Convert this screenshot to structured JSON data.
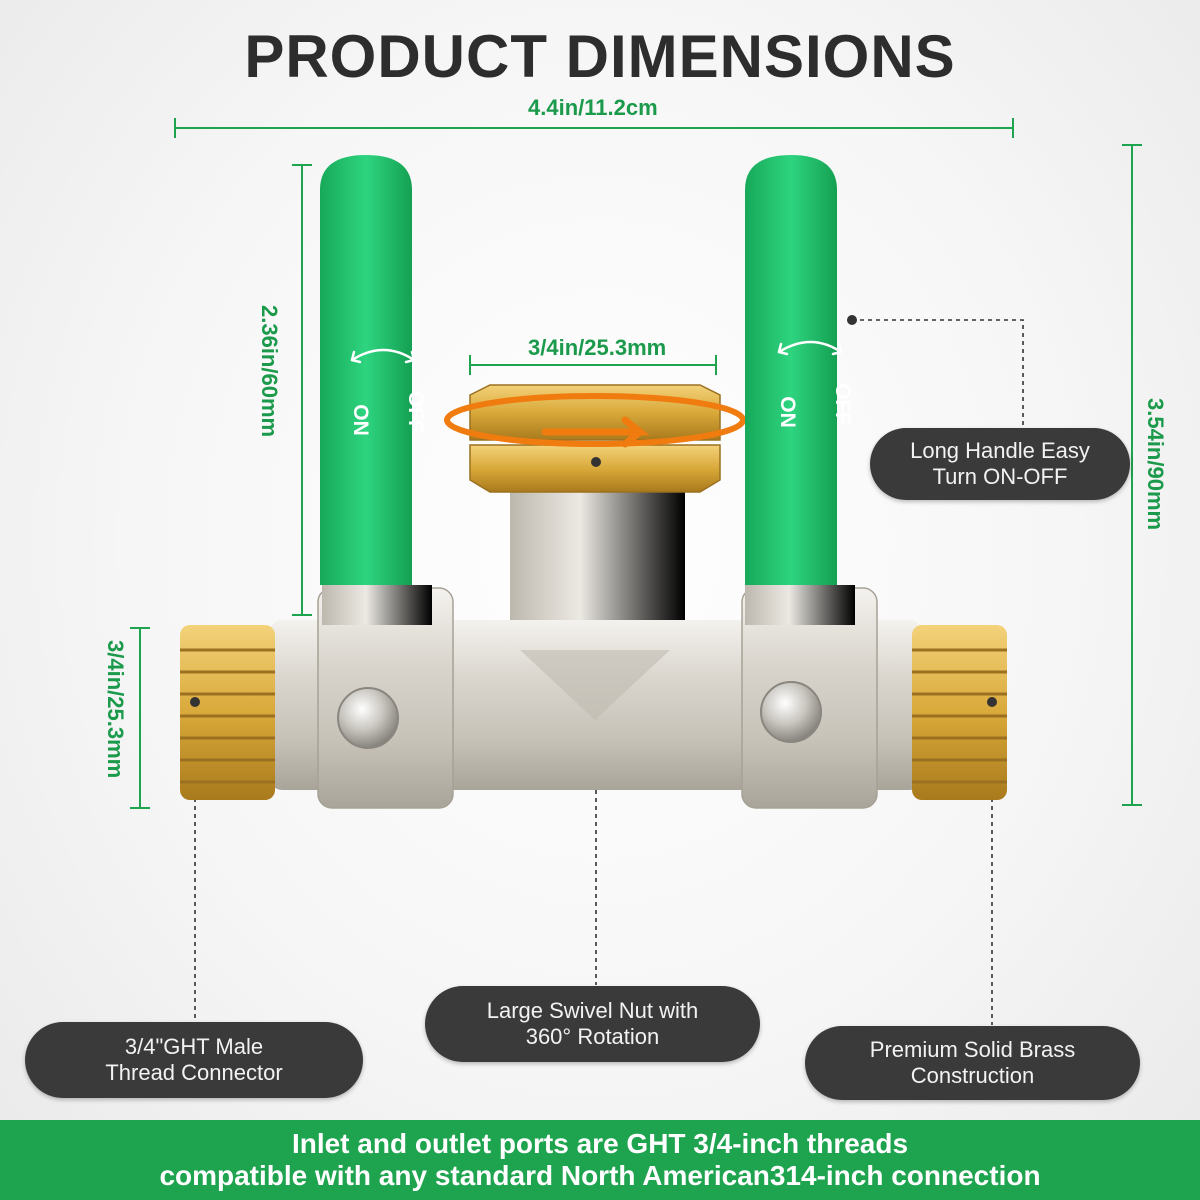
{
  "title": "PRODUCT DIMENSIONS",
  "dimensions": {
    "overall_width": "4.4in/11.2cm",
    "handle_height": "2.36in/60mm",
    "swivel_width": "3/4in/25.3mm",
    "port_height": "3/4in/25.3mm",
    "overall_height": "3.54in/90mm"
  },
  "handle_markings": {
    "on": "ON",
    "off": "OFF"
  },
  "callouts": {
    "handle": [
      "Long Handle Easy",
      "Turn ON-OFF"
    ],
    "swivel": [
      "Large Swivel Nut with",
      "360° Rotation"
    ],
    "thread": [
      "3/4\"GHT Male",
      "Thread Connector"
    ],
    "brass": [
      "Premium Solid Brass",
      "Construction"
    ]
  },
  "footer": [
    "Inlet and outlet ports are GHT 3/4-inch threads",
    "compatible with any standard North American314-inch connection"
  ],
  "colors": {
    "accent_green": "#1ea34e",
    "handle_green": "#1fbf6c",
    "brass": "#d9a93a",
    "chrome": "#d8d4cc",
    "callout_bg": "#3a3a3a"
  }
}
